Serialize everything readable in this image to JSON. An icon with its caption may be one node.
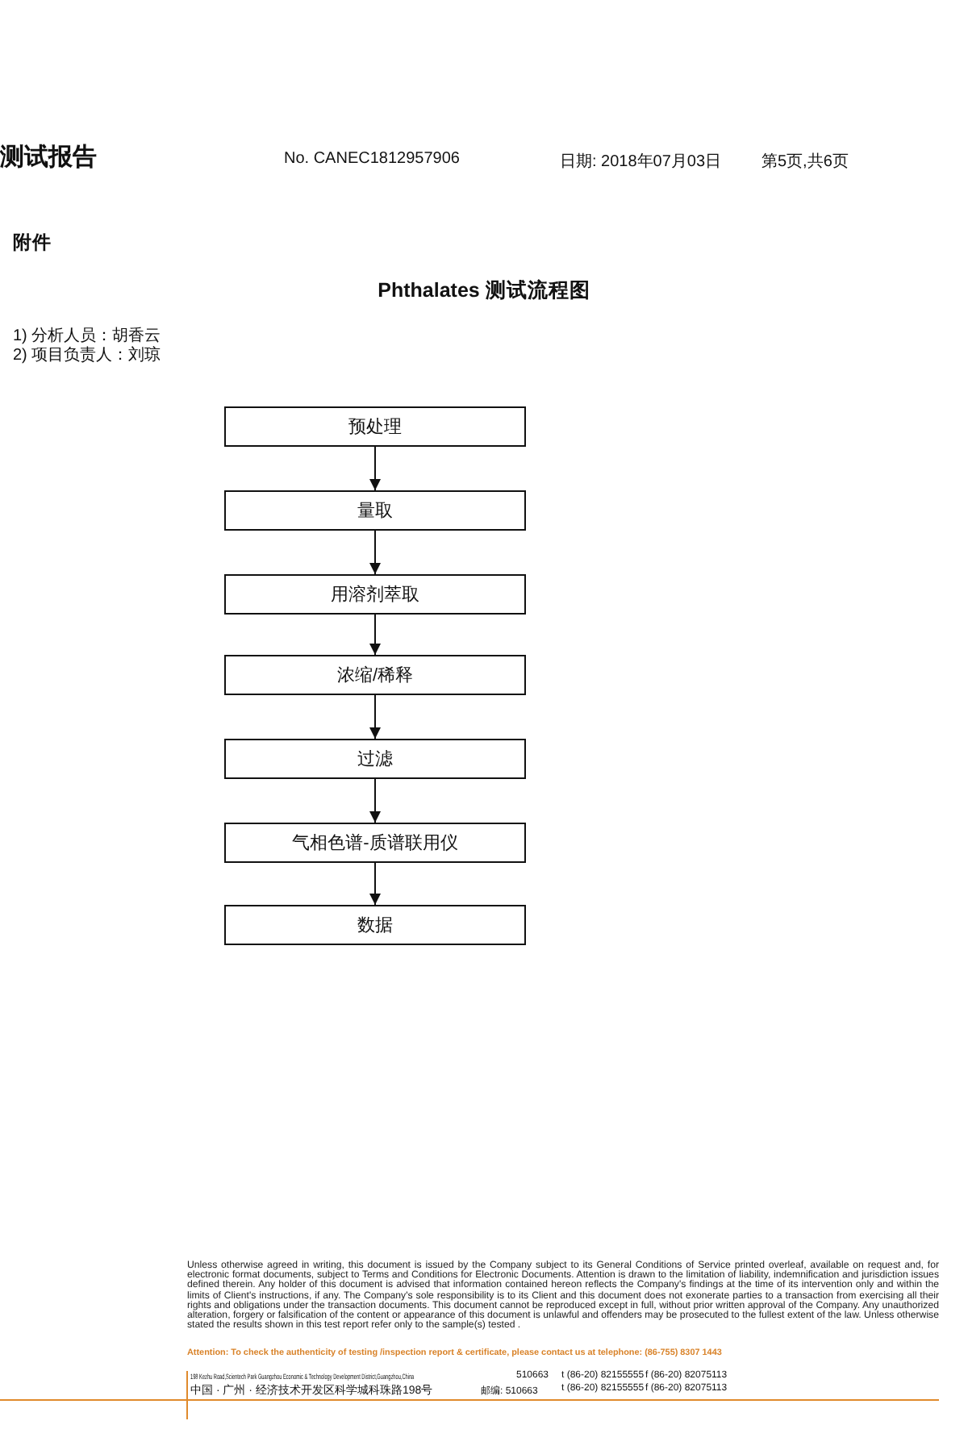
{
  "diagram": {
    "title": "Phthalates 测试流程图",
    "nodes": [
      {
        "text": [
          "预处理"
        ]
      },
      {
        "text": [
          "量取"
        ]
      },
      {
        "text": [
          "用溶剂萃取"
        ]
      },
      {
        "text": [
          "浓缩/稀释"
        ]
      },
      {
        "text": [
          "过滤"
        ]
      },
      {
        "text": [
          "气相色谱-质谱联用仪"
        ]
      },
      {
        "text": [
          "数据"
        ]
      }
    ],
    "edges": [
      {
        "from": 0,
        "to": 1,
        "arrow": "to"
      },
      {
        "from": 1,
        "to": 2,
        "arrow": "to"
      },
      {
        "from": 2,
        "to": 3,
        "arrow": "to"
      },
      {
        "from": 3,
        "to": 4,
        "arrow": "to"
      },
      {
        "from": 4,
        "to": 5,
        "arrow": "to"
      },
      {
        "from": 5,
        "to": 6,
        "arrow": "to"
      }
    ],
    "labels": [
      "测试报告",
      "No. CANEC1812957906",
      "日期: 2018年07月03日",
      "第5页,共6页",
      "附件",
      "1)  分析人员：胡香云",
      "2)  项目负责人：刘琼",
      "Unless otherwise agreed in writing, this document is issued by the Company subject to its General Conditions of Service printed overleaf, available on request and, for electronic format documents, subject to Terms and Conditions for Electronic Documents. Attention is drawn to the limitation of liability, indemnification and jurisdiction issues defined therein. Any holder of this document is advised that information contained hereon reflects the Company's findings at the time of its intervention only and within the limits of Client's instructions, if any. The Company's sole responsibility is to its Client and this document does not exonerate parties to a transaction from exercising all their rights and obligations under the transaction documents. This document cannot be reproduced except in full, without prior written approval of the Company. Any unauthorized alteration, forgery or falsification of the content or appearance of this document is unlawful and offenders may be prosecuted to the fullest extent of the law. Unless otherwise stated the results shown in this test report refer only to the sample(s) tested .",
      "Attention: To check the authenticity of testing /inspection report & certificate, please contact us at telephone: (86-755) 8307 1443",
      "198 Kezhu Road,Scientech Park Guangzhou Economic & Technology Development District,Guangzhou,China",
      "510663",
      "t (86-20) 82155555",
      "f (86-20) 82075113",
      "中国 · 广州 · 经济技术开发区科学城科珠路198号",
      "邮编: 510663",
      "t (86-20) 82155555",
      "f (86-20) 82075113"
    ]
  }
}
